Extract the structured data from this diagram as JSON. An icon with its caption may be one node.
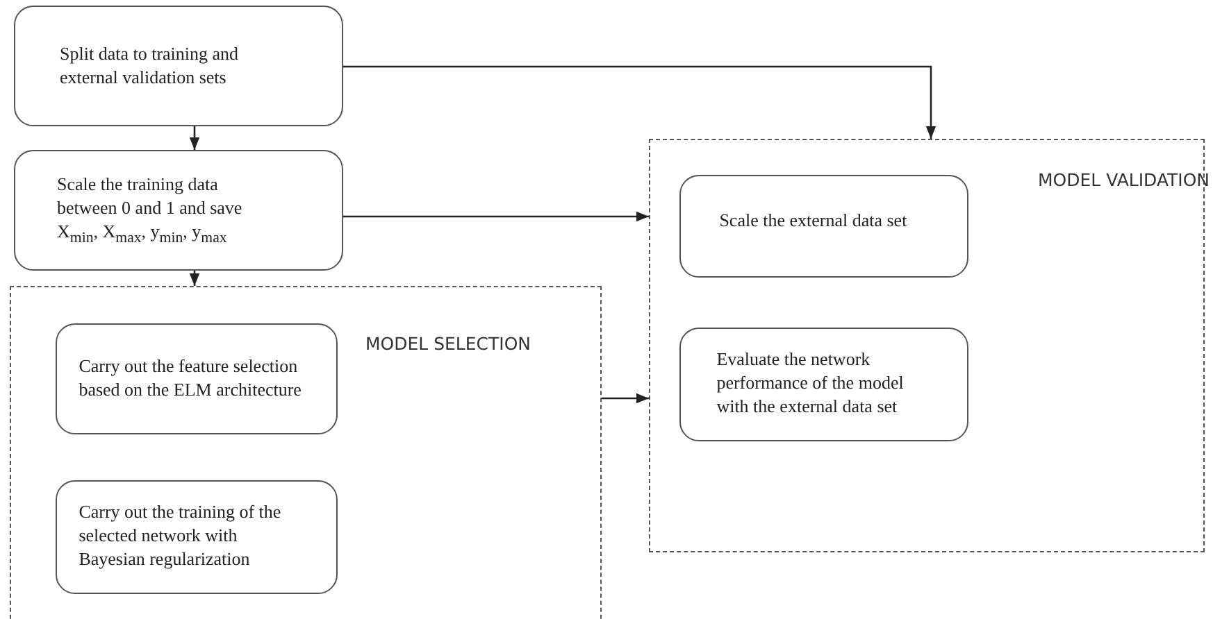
{
  "diagram": {
    "nodes": [
      {
        "text": [
          "Split data to training and external validation sets"
        ]
      },
      {
        "text": [
          "Scale the training data between 0 and 1 and save X$_{min}$, X$_{max}$, y$_{min}$, y$_{max}$"
        ]
      },
      {
        "text": [
          "MODEL SELECTION"
        ]
      },
      {
        "text": [
          "Carry out the feature selection based on the ELM architecture"
        ],
        "in": 2
      },
      {
        "text": [
          "Carry out the training of the selected network with Bayesian regularization"
        ],
        "in": 2
      },
      {
        "text": [
          "MODEL VALIDATION"
        ]
      },
      {
        "text": [
          "Scale the external data set"
        ],
        "in": 5
      },
      {
        "text": [
          "Evaluate the network performance of the model with the external data set"
        ],
        "in": 5
      }
    ],
    "edges": [
      {
        "from": 0,
        "to": 1,
        "arrow": "to"
      },
      {
        "from": 0,
        "to": 5,
        "arrow": "to"
      },
      {
        "from": 1,
        "to": 5,
        "arrow": "to"
      },
      {
        "from": 1,
        "to": 2,
        "arrow": "to"
      },
      {
        "from": 2,
        "to": 5,
        "arrow": "to"
      }
    ]
  }
}
